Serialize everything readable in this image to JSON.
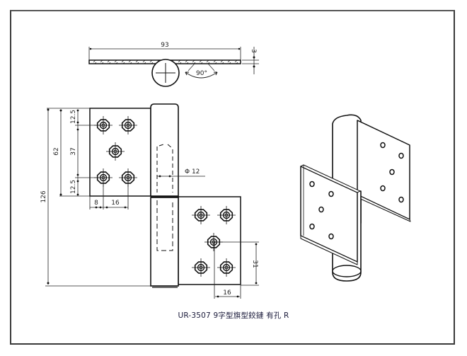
{
  "drawing": {
    "caption": "UR-3507  9字型旗型鉸鏈 有孔  R",
    "top_view": {
      "width_dim": "93",
      "thickness_dim": "3",
      "angle_dim": "90°"
    },
    "front_view": {
      "overall_height_dim": "126",
      "leaf_height_dim": "62",
      "top_margin_dim": "12.5",
      "hole_pitch_dim": "37",
      "bottom_margin_dim": "12.5",
      "edge_offset_dim": "8",
      "hole_spacing_dim": "16",
      "pin_diameter_dim": "Φ 12",
      "lower_hole_height_dim": "31",
      "lower_hole_offset_dim": "16"
    },
    "isometric_view": {
      "label": ""
    }
  }
}
